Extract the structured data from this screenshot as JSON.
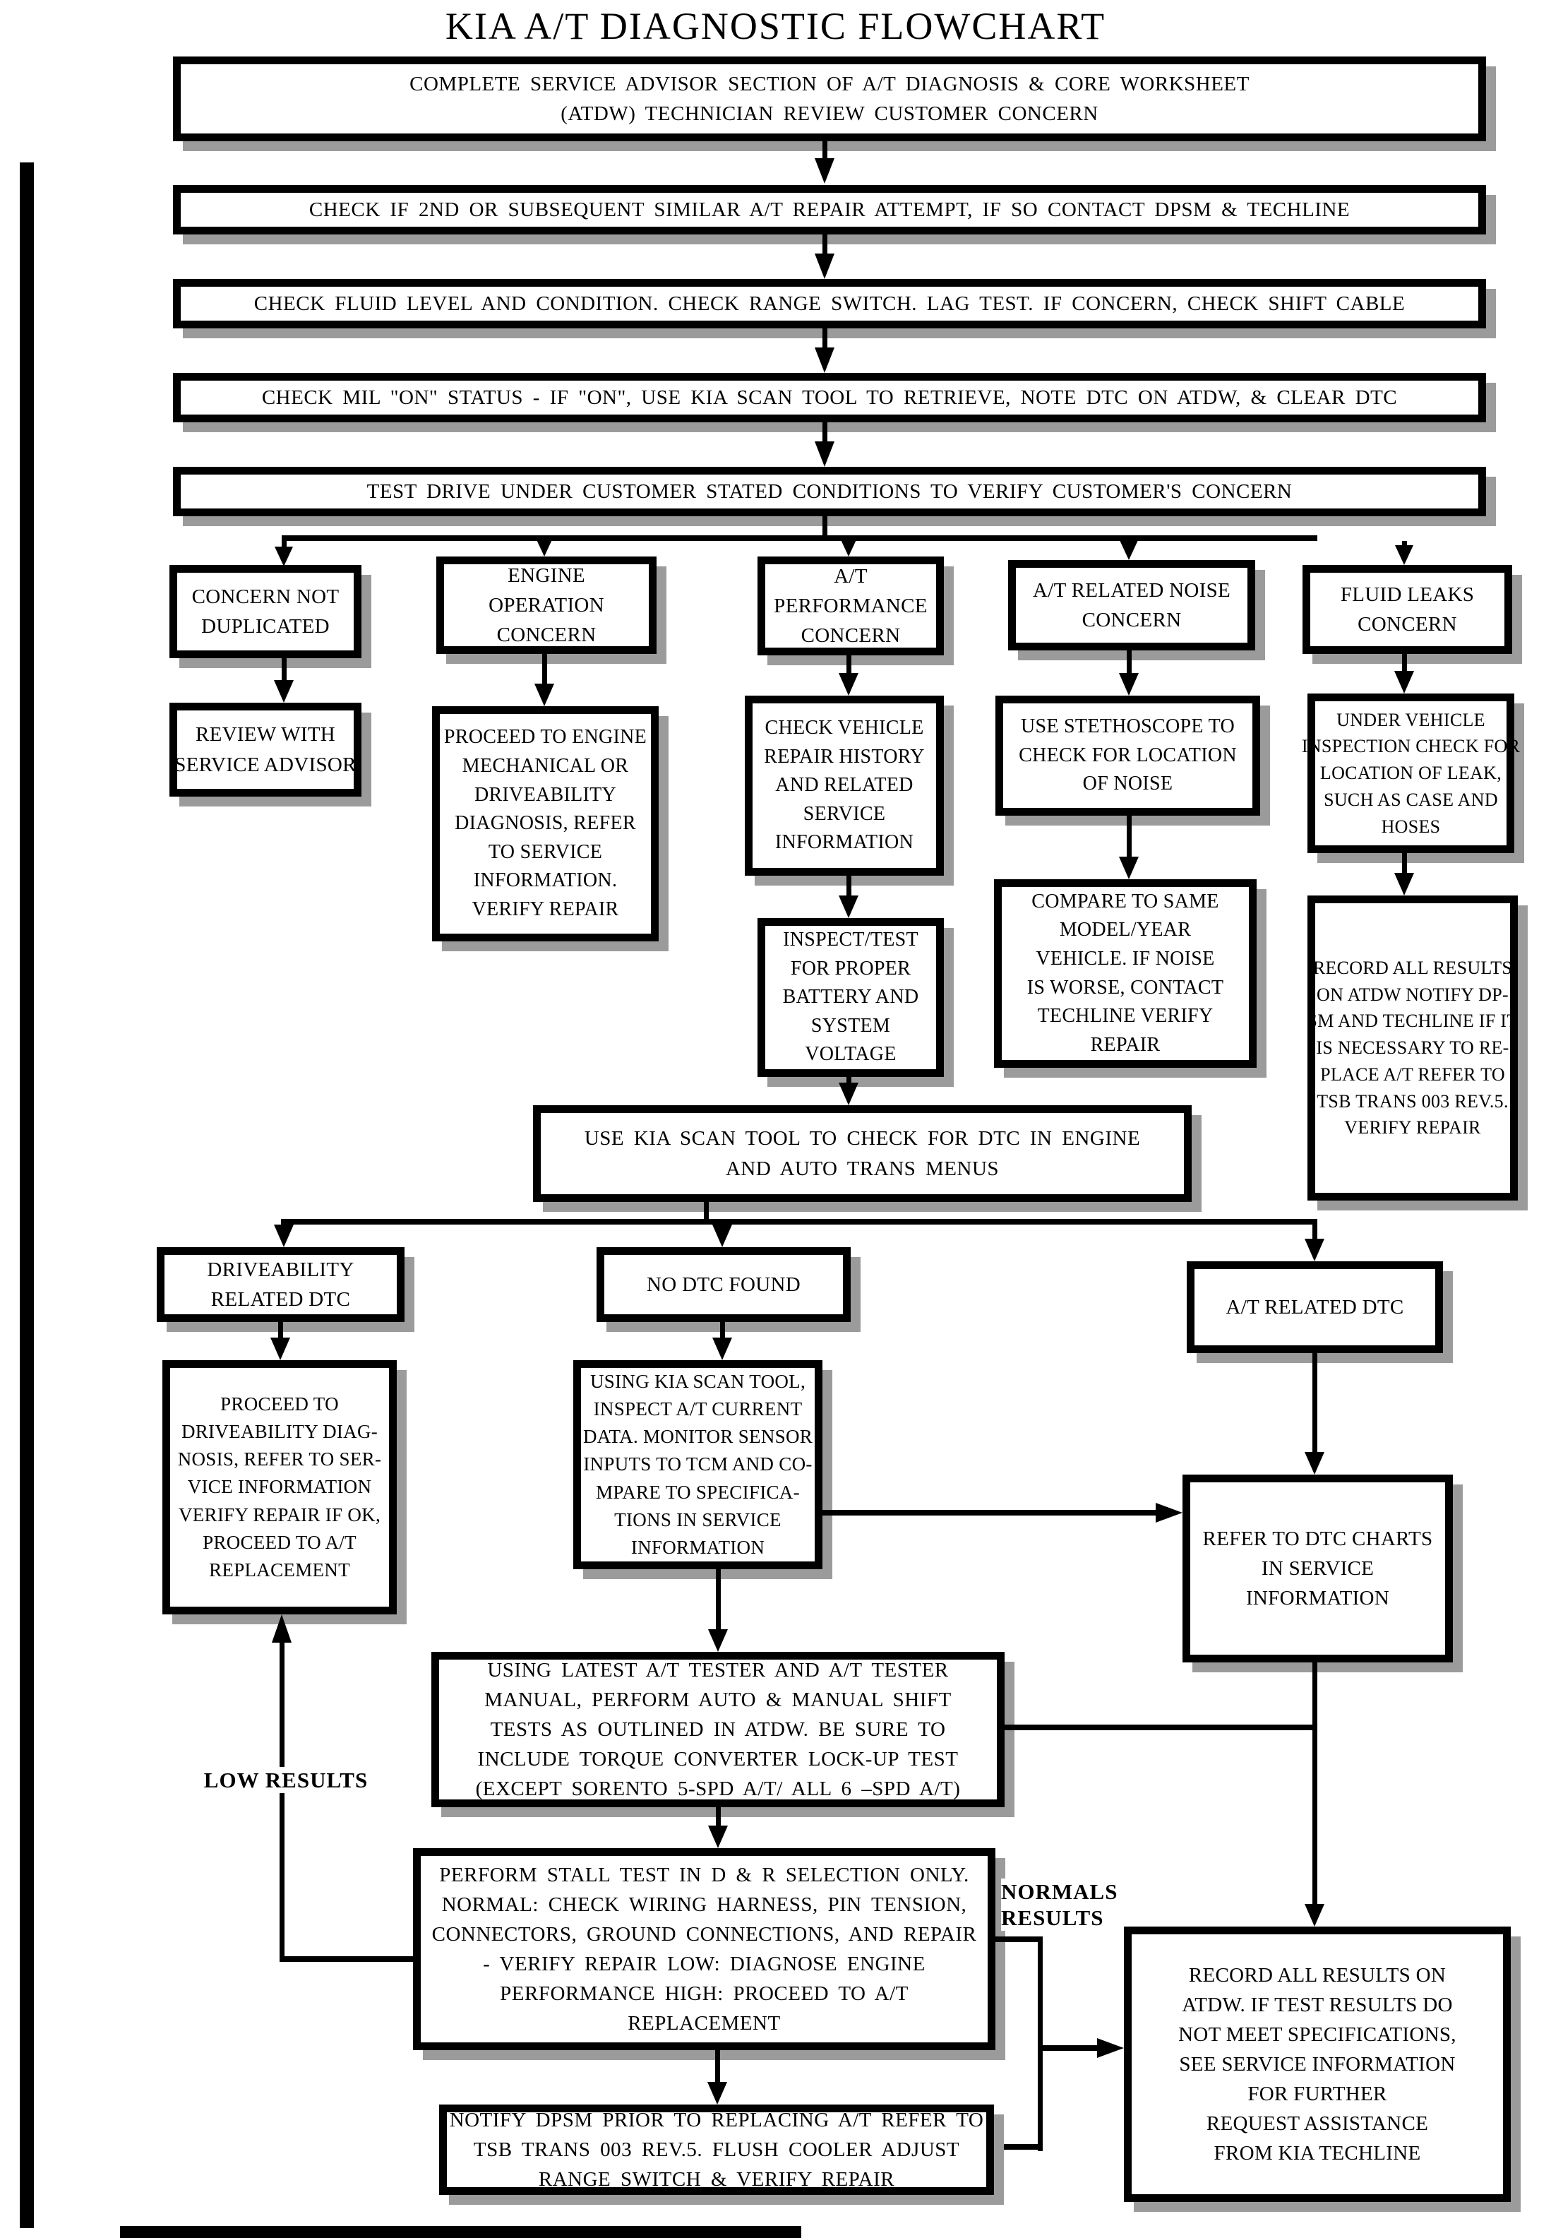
{
  "title": "KIA A/T DIAGNOSTIC FLOWCHART",
  "boxes": {
    "complete_worksheet": {
      "lines": [
        "COMPLETE SERVICE ADVISOR  SECTION  OF A/T DIAGNOSIS  & CORE WORKSHEET",
        "(ATDW)  TECHNICIAN REVIEW  CUSTOMER  CONCERN"
      ]
    },
    "second_attempt": {
      "lines": [
        "CHECK  IF 2ND OR SUBSEQUENT  SIMILAR  A/T REPAIR  ATTEMPT,  IF SO CONTACT  DPSM  & TECHLINE"
      ]
    },
    "fluid_level": {
      "lines": [
        "CHECK  FLUID LEVEL  AND CONDITION.  CHECK  RANGE  SWITCH.   LAG TEST.  IF CONCERN,  CHECK  SHIFT CABLE"
      ]
    },
    "mil_status": {
      "lines": [
        "CHECK  MIL  \"ON\"  STATUS  - IF \"ON\",  USE KIA  SCAN  TOOL  TO RETRIEVE,   NOTE DTC ON ATDW,  & CLEAR  DTC"
      ]
    },
    "test_drive": {
      "lines": [
        "TEST  DRIVE  UNDER  CUSTOMER   STATED  CONDITIONS   TO  VERIFY  CUSTOMER'S  CONCERN"
      ]
    },
    "concern_not_duplicated": {
      "lines": [
        "CONCERN NOT",
        "DUPLICATED"
      ]
    },
    "engine_operation_concern": {
      "lines": [
        "ENGINE",
        "OPERATION",
        "CONCERN"
      ]
    },
    "at_performance_concern": {
      "lines": [
        "A/T",
        "PERFORMANCE",
        "CONCERN"
      ]
    },
    "at_noise_concern": {
      "lines": [
        "A/T  RELATED NOISE",
        "CONCERN"
      ]
    },
    "fluid_leaks_concern": {
      "lines": [
        "FLUID LEAKS",
        "CONCERN"
      ]
    },
    "review_service_advisor": {
      "lines": [
        "REVIEW  WITH",
        "SERVICE ADVISOR"
      ]
    },
    "proceed_engine_diagnosis": {
      "lines": [
        "PROCEED TO ENGINE",
        "MECHANICAL OR",
        "DRIVEABILITY",
        "DIAGNOSIS, REFER",
        "TO SERVICE",
        "INFORMATION.",
        "VERIFY REPAIR"
      ]
    },
    "check_repair_history": {
      "lines": [
        "CHECK VEHICLE",
        "REPAIR HISTORY",
        "AND RELATED",
        "SERVICE",
        "INFORMATION"
      ]
    },
    "use_stethoscope": {
      "lines": [
        "USE STETHOSCOPE TO",
        "CHECK FOR LOCATION",
        "OF NOISE"
      ]
    },
    "under_vehicle_inspection": {
      "lines": [
        "UNDER  VEHICLE",
        "INSPECTION CHECK  FOR",
        "LOCATION  OF LEAK,",
        "SUCH AS CASE AND",
        "HOSES"
      ]
    },
    "inspect_battery_voltage": {
      "lines": [
        "INSPECT/TEST",
        "FOR PROPER",
        "BATTERY AND",
        "SYSTEM",
        "VOLTAGE"
      ]
    },
    "compare_same_model": {
      "lines": [
        "COMPARE TO SAME",
        "MODEL/YEAR",
        "VEHICLE.  IF NOISE",
        "IS WORSE, CONTACT",
        "TECHLINE VERIFY",
        "REPAIR"
      ]
    },
    "record_results_notify": {
      "lines": [
        "RECORD  ALL RESULTS",
        "ON ATDW NOTIFY  DP-",
        "SM AND TECHLINE IF IT",
        "IS NECESSARY TO RE-",
        "PLACE A/T REFER  TO",
        "TSB TRANS 003  REV.5.",
        "VERIFY REPAIR"
      ]
    },
    "scan_tool_dtc_check": {
      "lines": [
        "USE KIA  SCAN  TOOL  TO CHECK  FOR DTC IN ENGINE",
        "AND AUTO TRANS  MENUS"
      ]
    },
    "driveability_related_dtc": {
      "lines": [
        "DRIVEABILITY",
        "RELATED DTC"
      ]
    },
    "no_dtc_found": {
      "lines": [
        "NO DTC FOUND"
      ]
    },
    "at_related_dtc": {
      "lines": [
        "A/T  RELATED  DTC"
      ]
    },
    "proceed_driveability_diagnosis": {
      "lines": [
        "PROCEED TO",
        "DRIVEABILITY DIAG-",
        "NOSIS, REFER  TO SER-",
        "VICE INFORMATION",
        "VERIFY  REPAIR IF OK,",
        "PROCEED  TO A/T",
        "REPLACEMENT"
      ]
    },
    "inspect_at_current_data": {
      "lines": [
        "USING  KIA SCAN TOOL,",
        "INSPECT A/T CURRENT",
        "DATA. MONITOR SENSOR",
        "INPUTS TO TCM AND CO-",
        "MPARE  TO SPECIFICA-",
        "TIONS IN SERVICE",
        "INFORMATION"
      ]
    },
    "refer_dtc_charts": {
      "lines": [
        "REFER  TO DTC CHARTS",
        "IN SERVICE",
        "INFORMATION"
      ]
    },
    "shift_tests": {
      "lines": [
        "USING  LATEST  A/T TESTER  AND A/T TESTER",
        "MANUAL, PERFORM AUTO  & MANUAL  SHIFT",
        "TESTS AS OUTLINED  IN ATDW. BE SURE  TO",
        "INCLUDE TORQUE CONVERTER LOCK-UP  TEST",
        "(EXCEPT SORENTO 5-SPD A/T/ ALL 6 –SPD A/T)"
      ]
    },
    "stall_test": {
      "lines": [
        "PERFORM STALL  TEST IN D & R SELECTION  ONLY.",
        "NORMAL: CHECK  WIRING  HARNESS,  PIN TENSION,",
        "CONNECTORS, GROUND CONNECTIONS,  AND REPAIR",
        "- VERIFY  REPAIR LOW:  DIAGNOSE  ENGINE",
        "PERFORMANCE  HIGH: PROCEED  TO A/T",
        "REPLACEMENT"
      ]
    },
    "record_results_techline": {
      "lines": [
        "RECORD  ALL  RESULTS  ON",
        "ATDW.  IF TEST RESULTS DO",
        "NOT MEET SPECIFICATIONS,",
        "SEE SERVICE  INFORMATION",
        "FOR  FURTHER",
        "REQUEST  ASSISTANCE",
        "FROM KIA  TECHLINE"
      ]
    },
    "notify_dpsm": {
      "lines": [
        "NOTIFY  DPSM PRIOR  TO REPLACING A/T REFER TO",
        "TSB TRANS  003 REV.5.   FLUSH COOLER  ADJUST",
        "RANGE  SWITCH  & VERIFY  REPAIR"
      ]
    }
  },
  "labels": {
    "low_results": "LOW RESULTS",
    "normal_results": [
      "NORMALS",
      "RESULTS"
    ]
  }
}
